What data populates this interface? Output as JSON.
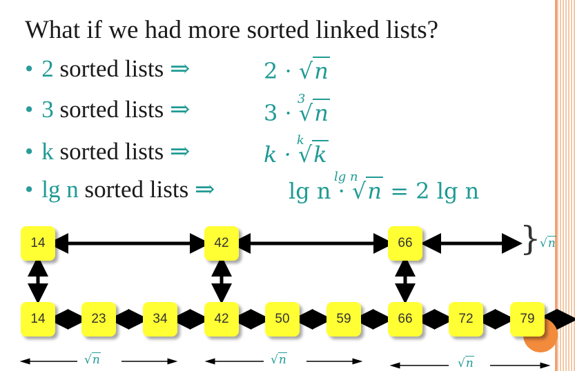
{
  "title": "What if we had more sorted linked lists?",
  "bullets": [
    {
      "prefix": "2",
      "label": " sorted lists ",
      "arrow": "⇒",
      "coef": "2 · ",
      "radicand": "n",
      "index": ""
    },
    {
      "prefix": "3",
      "label": " sorted lists ",
      "arrow": "⇒",
      "coef": "3 · ",
      "radicand": "n",
      "index": "3"
    },
    {
      "prefix": "k",
      "label": " sorted lists ",
      "arrow": "⇒",
      "coef": "k · ",
      "radicand": "k",
      "index": "k"
    },
    {
      "prefix": "lg n",
      "label": " sorted lists ",
      "arrow": "⇒",
      "coef": "lg n · ",
      "radicand": "n",
      "index": "lg n",
      "result": " = 2 lg n"
    }
  ],
  "top_row": [
    "14",
    "42",
    "66"
  ],
  "bottom_row": [
    "14",
    "23",
    "34",
    "42",
    "50",
    "59",
    "66",
    "72",
    "79"
  ],
  "sqrt_label": "√n",
  "sqrt_radicand": "n"
}
